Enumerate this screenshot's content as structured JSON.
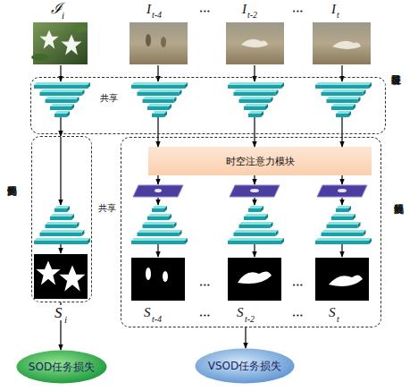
{
  "diagram": {
    "nodes": [
      {
        "text": [
          "显著特征提取",
          "共享"
        ]
      },
      {
        "text": [
          "图像解码分支"
        ]
      },
      {
        "text": [
          "视频解码分支"
        ]
      },
      {
        "text": [
          "时空注意力模块"
        ],
        "in": 2
      },
      {
        "text": [
          "SOD任务损失"
        ]
      },
      {
        "text": [
          "VSOD任务损失"
        ]
      }
    ],
    "edges": [
      {
        "from": 0,
        "to": 1,
        "arrow": "to"
      },
      {
        "from": 0,
        "to": 3,
        "arrow": "to"
      },
      {
        "from": 0,
        "to": 3,
        "arrow": "to"
      },
      {
        "from": 0,
        "to": 3,
        "arrow": "to"
      },
      {
        "from": 1,
        "to": 4,
        "arrow": "to"
      },
      {
        "from": 2,
        "to": 5,
        "arrow": "to"
      }
    ],
    "labels": [
      "ℐ",
      "i",
      "I",
      "t-4",
      "•••",
      "I",
      "t-2",
      "•••",
      "I",
      "t",
      "共享",
      "S",
      "i",
      "S",
      "t-4",
      "•••",
      "S",
      "t-2",
      "•••",
      "S",
      "t",
      "•••",
      "•••"
    ]
  }
}
